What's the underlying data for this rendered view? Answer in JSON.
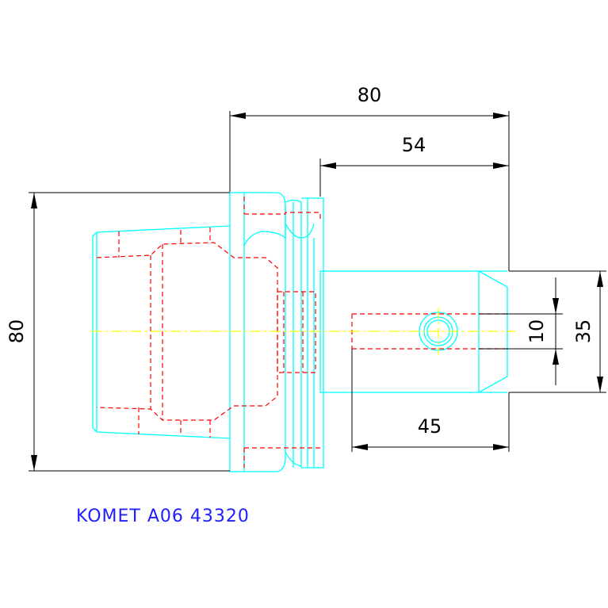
{
  "drawing": {
    "part_label": "KOMET A06 43320",
    "colors": {
      "outline": "#00ffff",
      "hidden": "#ff0000",
      "centerline": "#ffff00",
      "dimension": "#000000",
      "label": "#2020ff"
    }
  },
  "dimensions": {
    "overall_length": "80",
    "shank_length": "54",
    "bore_depth": "45",
    "flange_diameter": "80",
    "shank_diameter": "35",
    "bore_diameter": "10"
  }
}
